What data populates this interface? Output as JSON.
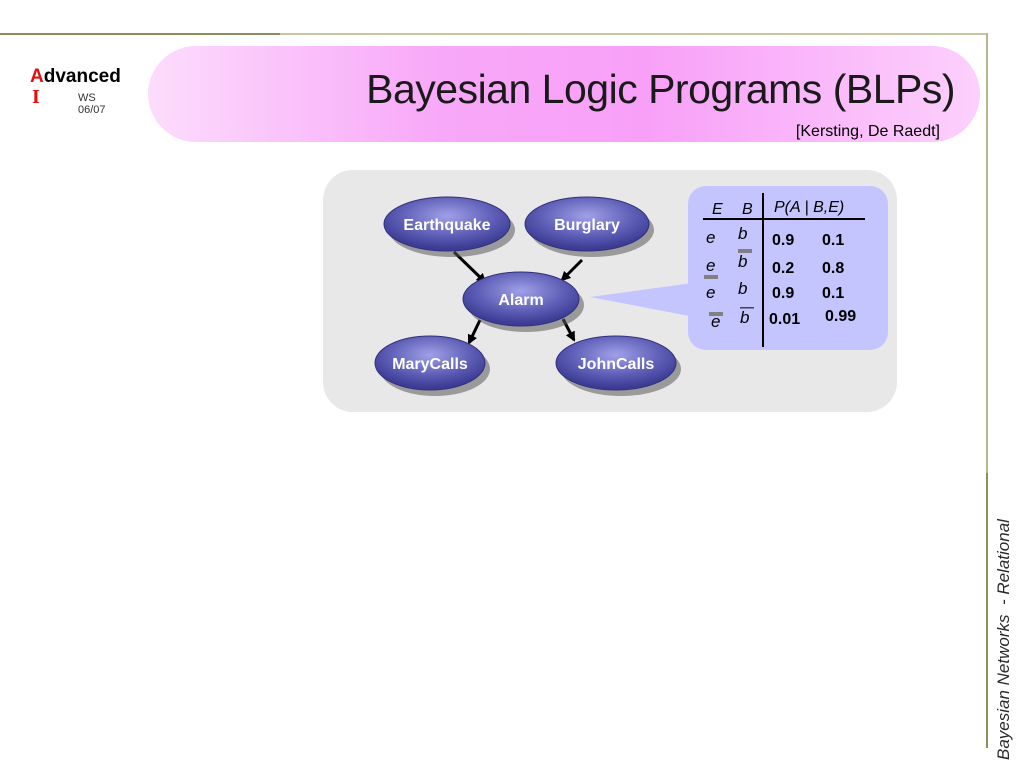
{
  "logo": {
    "accent_letter": "A",
    "rest": "dvanced",
    "second_letter": "I",
    "term": "WS 06/07"
  },
  "title": "Bayesian Logic Programs (BLPs)",
  "citation": "[Kersting, De Raedt]",
  "side_label": {
    "part1": "Bayesian Networks",
    "part2": "  - Relational"
  },
  "diagram": {
    "nodes": [
      {
        "id": "earthquake",
        "label": "Earthquake"
      },
      {
        "id": "burglary",
        "label": "Burglary"
      },
      {
        "id": "alarm",
        "label": "Alarm"
      },
      {
        "id": "marycalls",
        "label": "MaryCalls"
      },
      {
        "id": "johncalls",
        "label": "JohnCalls"
      }
    ],
    "edges": [
      {
        "from": "earthquake",
        "to": "alarm"
      },
      {
        "from": "burglary",
        "to": "alarm"
      },
      {
        "from": "alarm",
        "to": "marycalls"
      },
      {
        "from": "alarm",
        "to": "johncalls"
      }
    ]
  },
  "cpt": {
    "headers": {
      "e": "E",
      "b": "B",
      "p": "P(A | B,E)"
    },
    "rows": [
      {
        "e": "e",
        "e_negated": false,
        "b": "b",
        "b_negated": false,
        "p_true": "0.9",
        "p_false": "0.1"
      },
      {
        "e": "e",
        "e_negated": false,
        "b": "b",
        "b_negated": true,
        "p_true": "0.2",
        "p_false": "0.8"
      },
      {
        "e": "e",
        "e_negated": true,
        "b": "b",
        "b_negated": false,
        "p_true": "0.9",
        "p_false": "0.1"
      },
      {
        "e": "e",
        "e_negated": true,
        "b": "b",
        "b_negated": true,
        "p_true": "0.01",
        "p_false": "0.99"
      }
    ]
  },
  "colors": {
    "node_fill": "#6262b8",
    "node_dark": "#3a3a90",
    "node_light": "#9a9ae0",
    "panel_bg": "#e8e8e8",
    "cpt_bg": "#c4c4ff",
    "banner": "#f8a8f8",
    "accent_red": "#e01010"
  }
}
